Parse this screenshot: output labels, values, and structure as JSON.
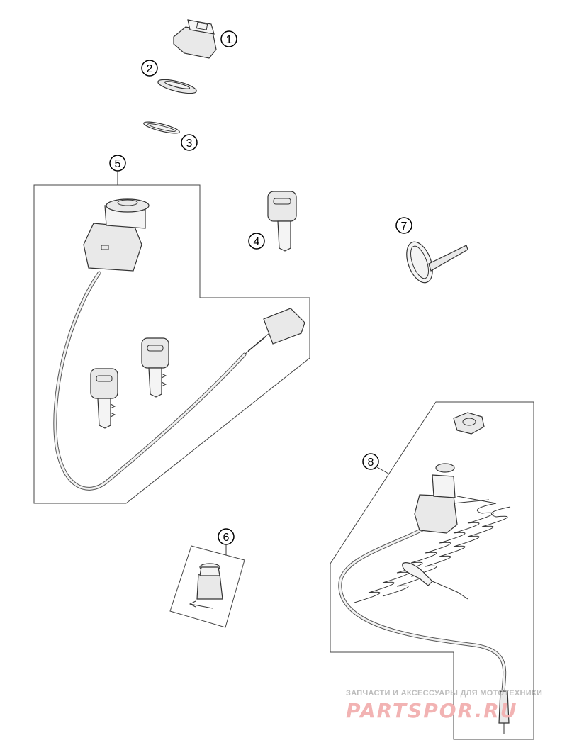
{
  "callouts": [
    "1",
    "2",
    "3",
    "4",
    "5",
    "6",
    "7",
    "8"
  ],
  "watermark": {
    "tagline": "ЗАПЧАСТИ И АКСЕССУАРЫ ДЛЯ МОТОТЕХНИКИ",
    "brand": "PARTSPOR.RU",
    "color": "#f2b3b3"
  }
}
